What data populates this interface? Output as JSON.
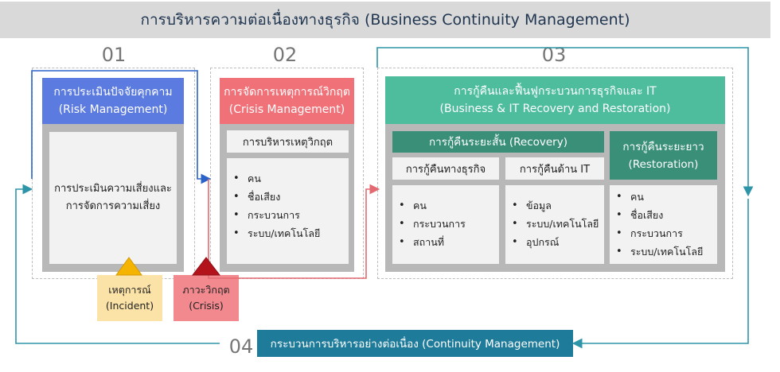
{
  "title": "การบริหารความต่อเนื่องทางธุรกิจ (Business Continuity Management)",
  "step_numbers": [
    "01",
    "02",
    "03",
    "04"
  ],
  "colors": {
    "blue_header": "#5b7be0",
    "red_header": "#f07178",
    "teal_header": "#4dbd9e",
    "dark_teal": "#3a8f78",
    "bottom_bar": "#1e7b9a",
    "arrow_teal": "#2e95a8",
    "arrow_blue": "#2a62c8",
    "arrow_red": "#e36a70",
    "incident_yellow": "#fbe3a8",
    "crisis_red": "#f2898e"
  },
  "step1": {
    "header_line1": "การประเมินปัจจัยคุกคาม",
    "header_line2": "(Risk Management)",
    "body_line1": "การประเมินความเสี่ยงและ",
    "body_line2": "การจัดการความเสี่ยง"
  },
  "step2": {
    "header_line1": "การจัดการเหตุการณ์วิกฤต",
    "header_line2": "(Crisis Management)",
    "sub_header": "การบริหารเหตุวิกฤต",
    "items": [
      "คน",
      "ชื่อเสียง",
      "กระบวนการ",
      "ระบบ/เทคโนโลยี"
    ]
  },
  "step3": {
    "header_line1": "การกู้คืนและฟื้นฟูกระบวนการธุรกิจและ IT",
    "header_line2": "(Business & IT Recovery and Restoration)",
    "recovery_header": "การกู้คืนระยะสั้น (Recovery)",
    "business_header": "การกู้คืนทางธุรกิจ",
    "it_header": "การกู้คืนด้าน IT",
    "business_items": [
      "คน",
      "กระบวนการ",
      "สถานที่"
    ],
    "it_items": [
      "ข้อมูล",
      "ระบบ/เทคโนโลยี",
      "อุปกรณ์"
    ],
    "restoration_line1": "การกู้คืนระยะยาว",
    "restoration_line2": "(Restoration)",
    "restoration_items": [
      "คน",
      "ชื่อเสียง",
      "กระบวนการ",
      "ระบบ/เทคโนโลยี"
    ]
  },
  "incident": {
    "line1": "เหตุการณ์",
    "line2": "(Incident)"
  },
  "crisis": {
    "line1": "ภาวะวิกฤต",
    "line2": "(Crisis)"
  },
  "step4": {
    "label": "กระบวนการบริหารอย่างต่อเนื่อง (Continuity Management)"
  }
}
